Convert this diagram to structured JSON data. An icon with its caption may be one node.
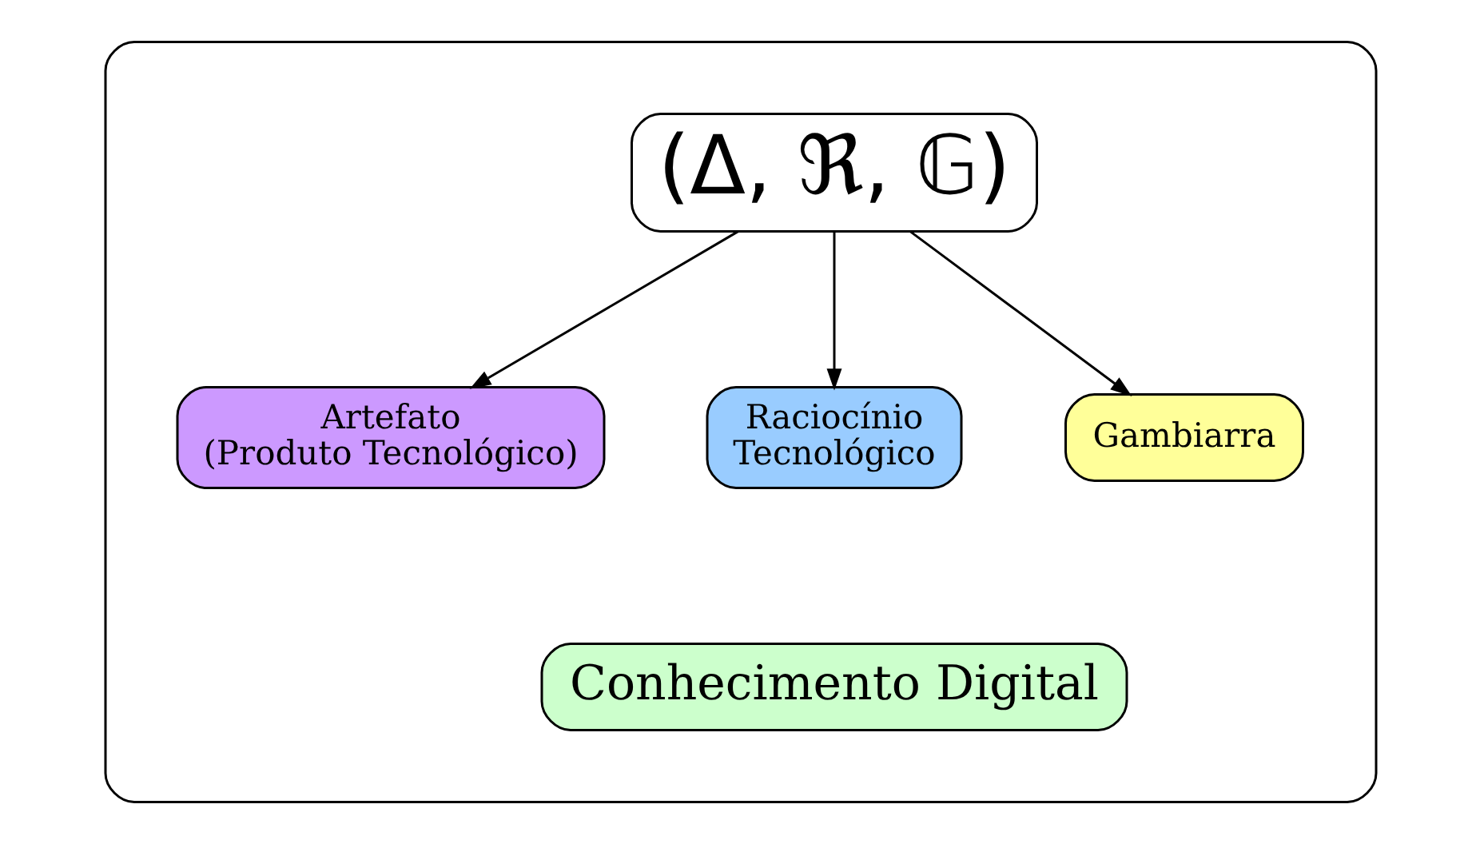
{
  "diagram": {
    "nodes": [
      {
        "text": [],
        "shape": "box"
      },
      {
        "text": [
          "(Δ, ℜ, 𝔾)"
        ],
        "in": 0
      },
      {
        "text": [
          "Artefato (Produto Tecnológico)"
        ],
        "in": 0
      },
      {
        "text": [
          "Raciocínio Tecnológico"
        ],
        "in": 0
      },
      {
        "text": [
          "Gambiarra"
        ],
        "in": 0
      },
      {
        "text": [
          "Conhecimento Digital"
        ],
        "in": 0
      }
    ],
    "edges": [
      {
        "from": 1,
        "to": 2,
        "arrow": "to"
      },
      {
        "from": 1,
        "to": 3,
        "arrow": "to"
      },
      {
        "from": 1,
        "to": 4,
        "arrow": "to"
      }
    ]
  }
}
